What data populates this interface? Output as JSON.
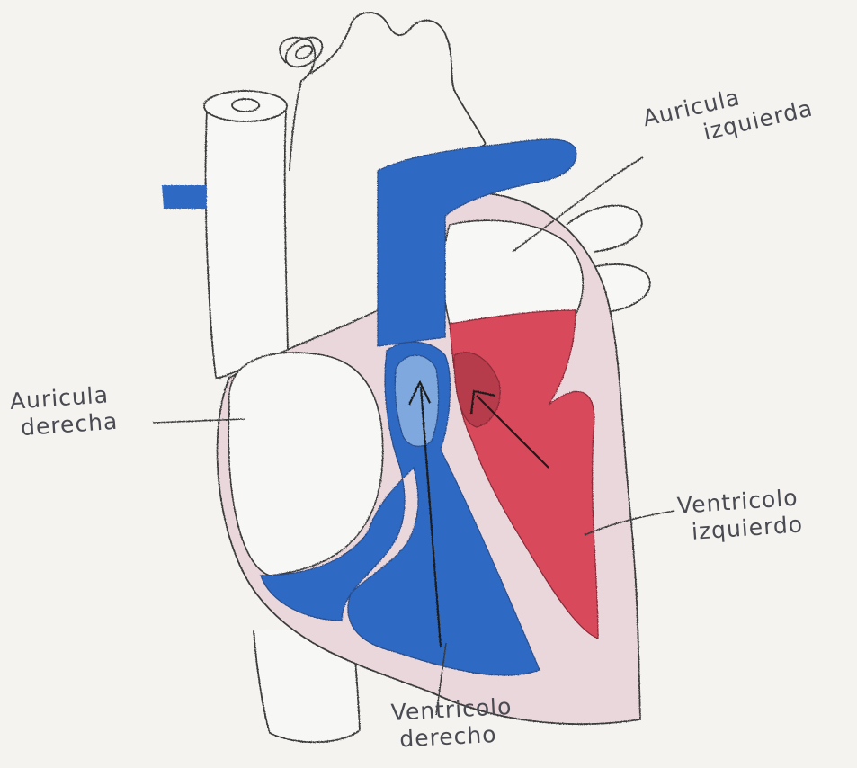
{
  "labels": {
    "left_atrium": [
      "Auricula",
      "izquierda"
    ],
    "right_atrium": [
      "Auricula",
      "derecha"
    ],
    "left_ventricle": [
      "Ventricolo",
      "izquierdo"
    ],
    "right_ventricle": [
      "Ventricolo",
      "derecho"
    ]
  },
  "colors": {
    "paper": "#f4f3f0",
    "pencil": "#3a3a3a",
    "deoxygenated_blood": "#2e6bc4",
    "oxygenated_blood": "#d8485c",
    "heart_wall": "#ead7dc"
  }
}
